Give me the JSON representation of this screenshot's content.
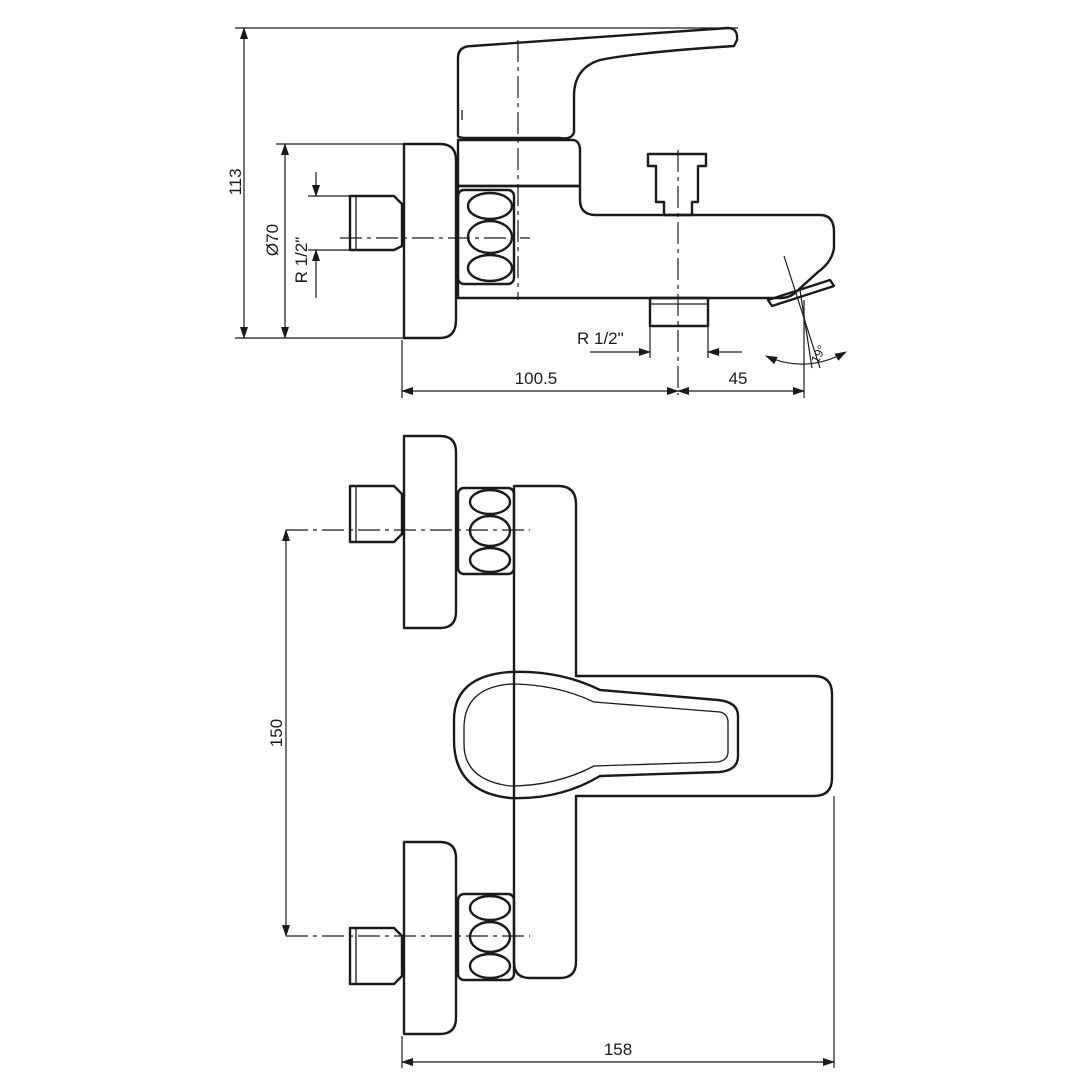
{
  "dimensions": {
    "height_total": "113",
    "rosette_diameter": "Ø70",
    "inlet_thread": "R 1/2\"",
    "outlet_thread": "R 1/2\"",
    "wall_to_outlet": "100.5",
    "outlet_to_tip": "45",
    "spout_angle": "19°",
    "center_distance": "150",
    "total_width": "158"
  },
  "colors": {
    "line": "#1a1a1a",
    "background": "#ffffff"
  }
}
